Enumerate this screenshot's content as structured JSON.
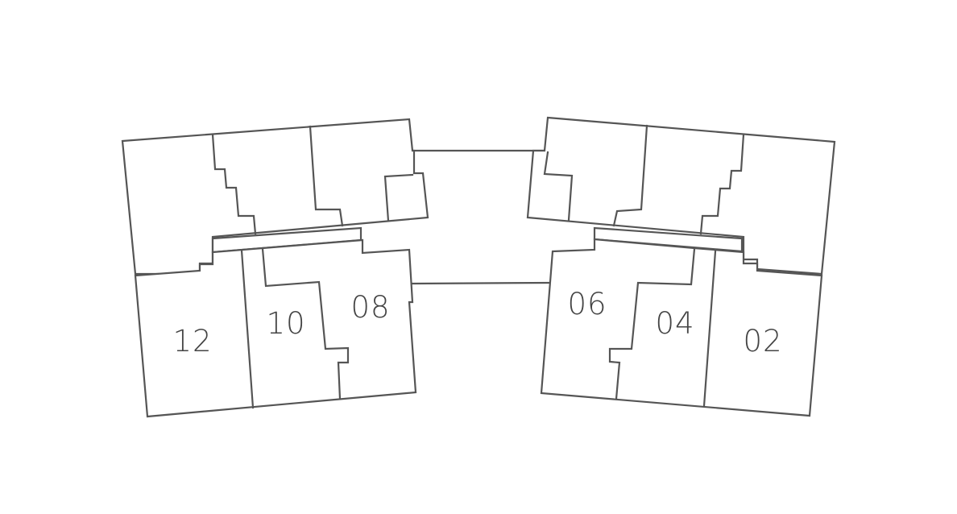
{
  "colors": {
    "line": "#555555",
    "label": "#444444",
    "background": "#ffffff"
  },
  "units": [
    {
      "id": "12",
      "label": "12"
    },
    {
      "id": "10",
      "label": "10"
    },
    {
      "id": "08",
      "label": "08"
    },
    {
      "id": "06",
      "label": "06"
    },
    {
      "id": "04",
      "label": "04"
    },
    {
      "id": "02",
      "label": "02"
    }
  ]
}
